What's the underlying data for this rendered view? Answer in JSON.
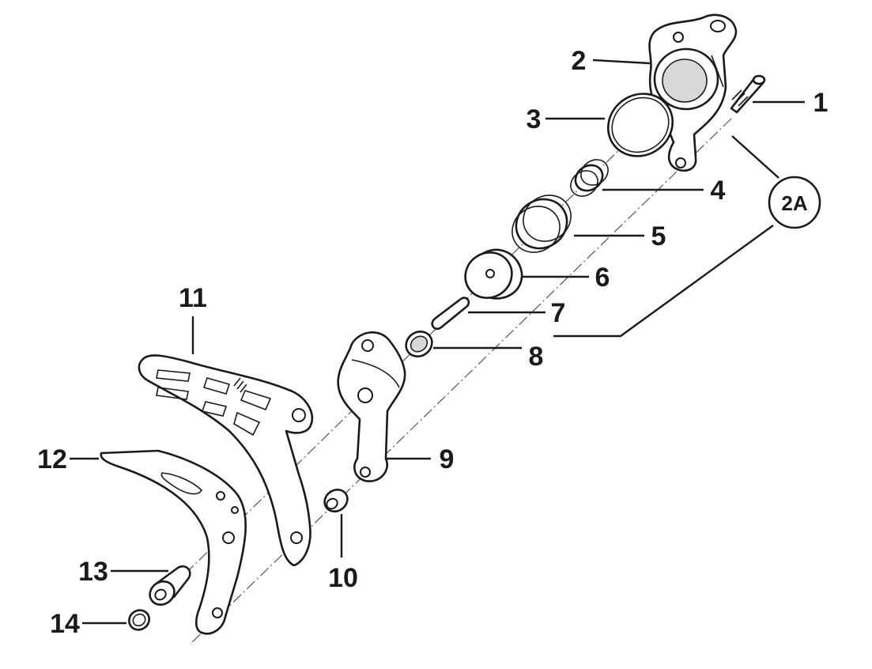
{
  "diagram": {
    "badge": "2A",
    "callouts": [
      {
        "id": "1",
        "text": "1"
      },
      {
        "id": "2",
        "text": "2"
      },
      {
        "id": "3",
        "text": "3"
      },
      {
        "id": "4",
        "text": "4"
      },
      {
        "id": "5",
        "text": "5"
      },
      {
        "id": "6",
        "text": "6"
      },
      {
        "id": "7",
        "text": "7"
      },
      {
        "id": "8",
        "text": "8"
      },
      {
        "id": "9",
        "text": "9"
      },
      {
        "id": "10",
        "text": "10"
      },
      {
        "id": "11",
        "text": "11"
      },
      {
        "id": "12",
        "text": "12"
      },
      {
        "id": "13",
        "text": "13"
      },
      {
        "id": "14",
        "text": "14"
      }
    ]
  }
}
